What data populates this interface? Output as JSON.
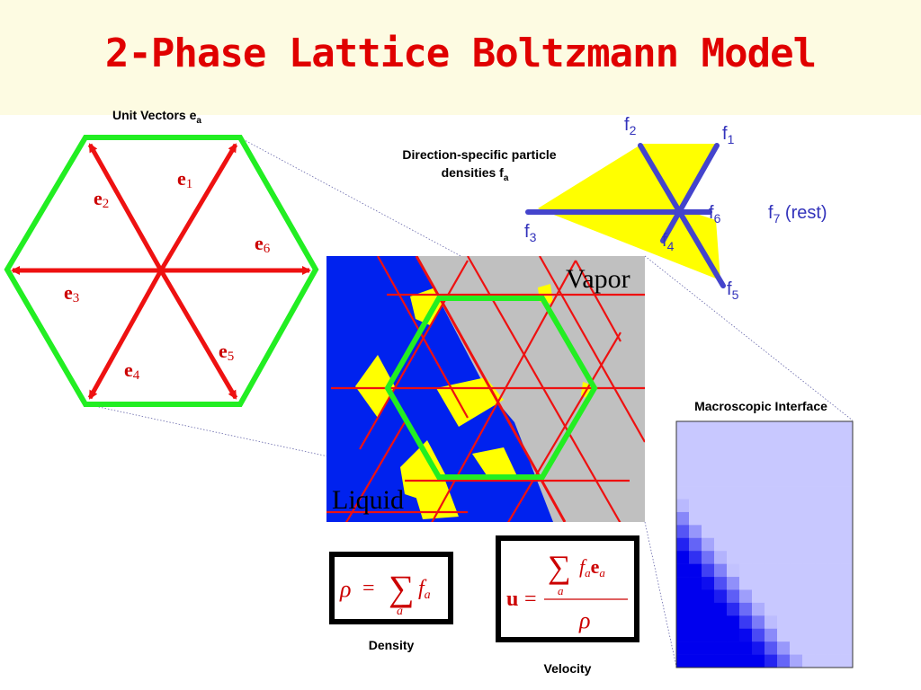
{
  "title": "2-Phase Lattice Boltzmann Model",
  "colors": {
    "title_red": "#e00000",
    "arrow_red": "#ee1111",
    "hex_green": "#22ee22",
    "liquid_blue": "#0022ee",
    "vapor_gray": "#c0c0c0",
    "yellow": "#ffff00",
    "lattice_purple": "#4444cc",
    "interface_light": "#c8c8ff"
  },
  "unit_vectors": {
    "label_main": "Unit Vectors e",
    "label_sub": "a",
    "vectors": [
      {
        "base": "e",
        "sub": "1"
      },
      {
        "base": "e",
        "sub": "2"
      },
      {
        "base": "e",
        "sub": "3"
      },
      {
        "base": "e",
        "sub": "4"
      },
      {
        "base": "e",
        "sub": "5"
      },
      {
        "base": "e",
        "sub": "6"
      }
    ]
  },
  "densities": {
    "label_line1": "Direction-specific particle",
    "label_line2_main": "densities f",
    "label_line2_sub": "a",
    "f": [
      {
        "base": "f",
        "sub": "1"
      },
      {
        "base": "f",
        "sub": "2"
      },
      {
        "base": "f",
        "sub": "3"
      },
      {
        "base": "f",
        "sub": "4"
      },
      {
        "base": "f",
        "sub": "5"
      },
      {
        "base": "f",
        "sub": "6"
      }
    ],
    "rest": {
      "base": "f",
      "sub": "7",
      "suffix": " (rest)"
    }
  },
  "simulation": {
    "vapor_label": "Vapor",
    "liquid_label": "Liquid"
  },
  "macroscopic": {
    "label": "Macroscopic Interface"
  },
  "density_formula": {
    "rho": "ρ",
    "eq": "=",
    "sum": "∑",
    "a": "a",
    "f": "f",
    "caption": "Density"
  },
  "velocity_formula": {
    "u": "u",
    "eq": "=",
    "sum": "∑",
    "a": "a",
    "f": "f",
    "e": "e",
    "rho": "ρ",
    "caption": "Velocity"
  }
}
